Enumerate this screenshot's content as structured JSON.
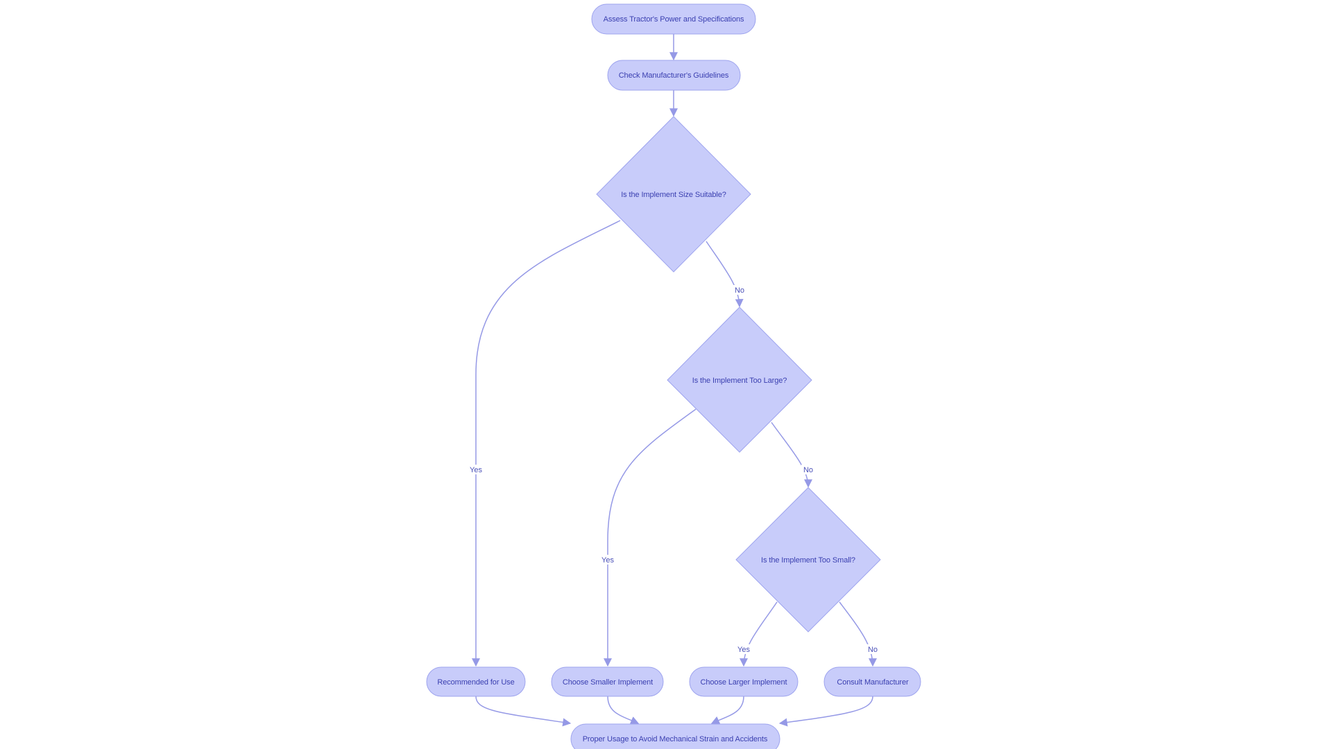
{
  "diagram": {
    "type": "flowchart",
    "colors": {
      "node_fill": "#c8ccfa",
      "node_stroke": "#9ea4ee",
      "node_text": "#3a3fb0",
      "edge": "#9599e6",
      "background": "#ffffff"
    },
    "nodes": [
      {
        "id": "assess",
        "shape": "stadium",
        "label": "Assess Tractor's Power and Specifications"
      },
      {
        "id": "check",
        "shape": "stadium",
        "label": "Check Manufacturer's Guidelines"
      },
      {
        "id": "suitable",
        "shape": "diamond",
        "label": "Is the Implement Size Suitable?"
      },
      {
        "id": "too_large",
        "shape": "diamond",
        "label": "Is the Implement Too Large?"
      },
      {
        "id": "too_small",
        "shape": "diamond",
        "label": "Is the Implement Too Small?"
      },
      {
        "id": "recommended",
        "shape": "stadium",
        "label": "Recommended for Use"
      },
      {
        "id": "smaller",
        "shape": "stadium",
        "label": "Choose Smaller Implement"
      },
      {
        "id": "larger",
        "shape": "stadium",
        "label": "Choose Larger Implement"
      },
      {
        "id": "consult",
        "shape": "stadium",
        "label": "Consult Manufacturer"
      },
      {
        "id": "proper",
        "shape": "stadium",
        "label": "Proper Usage to Avoid Mechanical Strain and Accidents"
      }
    ],
    "edges": [
      {
        "from": "assess",
        "to": "check",
        "label": ""
      },
      {
        "from": "check",
        "to": "suitable",
        "label": ""
      },
      {
        "from": "suitable",
        "to": "recommended",
        "label": "Yes"
      },
      {
        "from": "suitable",
        "to": "too_large",
        "label": "No"
      },
      {
        "from": "too_large",
        "to": "smaller",
        "label": "Yes"
      },
      {
        "from": "too_large",
        "to": "too_small",
        "label": "No"
      },
      {
        "from": "too_small",
        "to": "larger",
        "label": "Yes"
      },
      {
        "from": "too_small",
        "to": "consult",
        "label": "No"
      },
      {
        "from": "recommended",
        "to": "proper",
        "label": ""
      },
      {
        "from": "smaller",
        "to": "proper",
        "label": ""
      },
      {
        "from": "larger",
        "to": "proper",
        "label": ""
      },
      {
        "from": "consult",
        "to": "proper",
        "label": ""
      }
    ]
  }
}
